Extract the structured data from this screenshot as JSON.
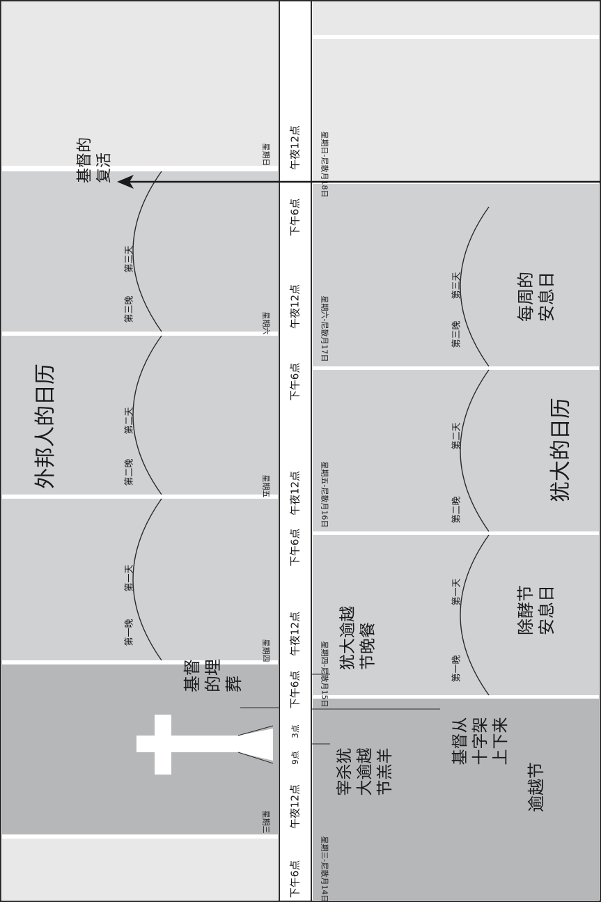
{
  "colors": {
    "light": "#e8e8e9",
    "medium": "#d0d1d3",
    "dark": "#b6b7b9",
    "ink": "#1a1a1a",
    "line": "#2b2b2b",
    "cross": "#ffffff"
  },
  "gentile": {
    "title": "外邦人的日历",
    "resurrection": "基督的复活",
    "burial": "基督的埋葬",
    "days": [
      {
        "label": "星期三"
      },
      {
        "label": "星期四",
        "night": "第一晚",
        "day": "第一天"
      },
      {
        "label": "星期五",
        "night": "第二晚",
        "day": "第二天"
      },
      {
        "label": "星期六",
        "night": "第三晚",
        "day": "第三天"
      },
      {
        "label": "星期日"
      }
    ]
  },
  "timeline": [
    "下午6点",
    "午夜12点",
    "9点",
    "3点",
    "下午6点",
    "午夜12点",
    "下午6点",
    "午夜12点",
    "下午6点",
    "午夜12点",
    "下午6点",
    "午夜12点"
  ],
  "jewish": {
    "title": "犹大的日历",
    "days": [
      {
        "label": "星期三-尼散月14日"
      },
      {
        "label": "星期四-尼散月15日",
        "night": "第一晚",
        "day": "第一天"
      },
      {
        "label": "星期五-尼散月16日",
        "night": "第二晚",
        "day": "第二天"
      },
      {
        "label": "星期六-尼散月17日",
        "night": "第三晚",
        "day": "第三天"
      },
      {
        "label": "星期日-尼散月18日"
      }
    ],
    "events": {
      "passover": "逾越节",
      "lamb": "宰杀犹大逾越节羔羊",
      "cross_down": "基督从十字架上下来",
      "supper": "犹大逾越节晚餐",
      "unleavened": "除酵节安息日",
      "weekly": "每周的安息日"
    }
  }
}
